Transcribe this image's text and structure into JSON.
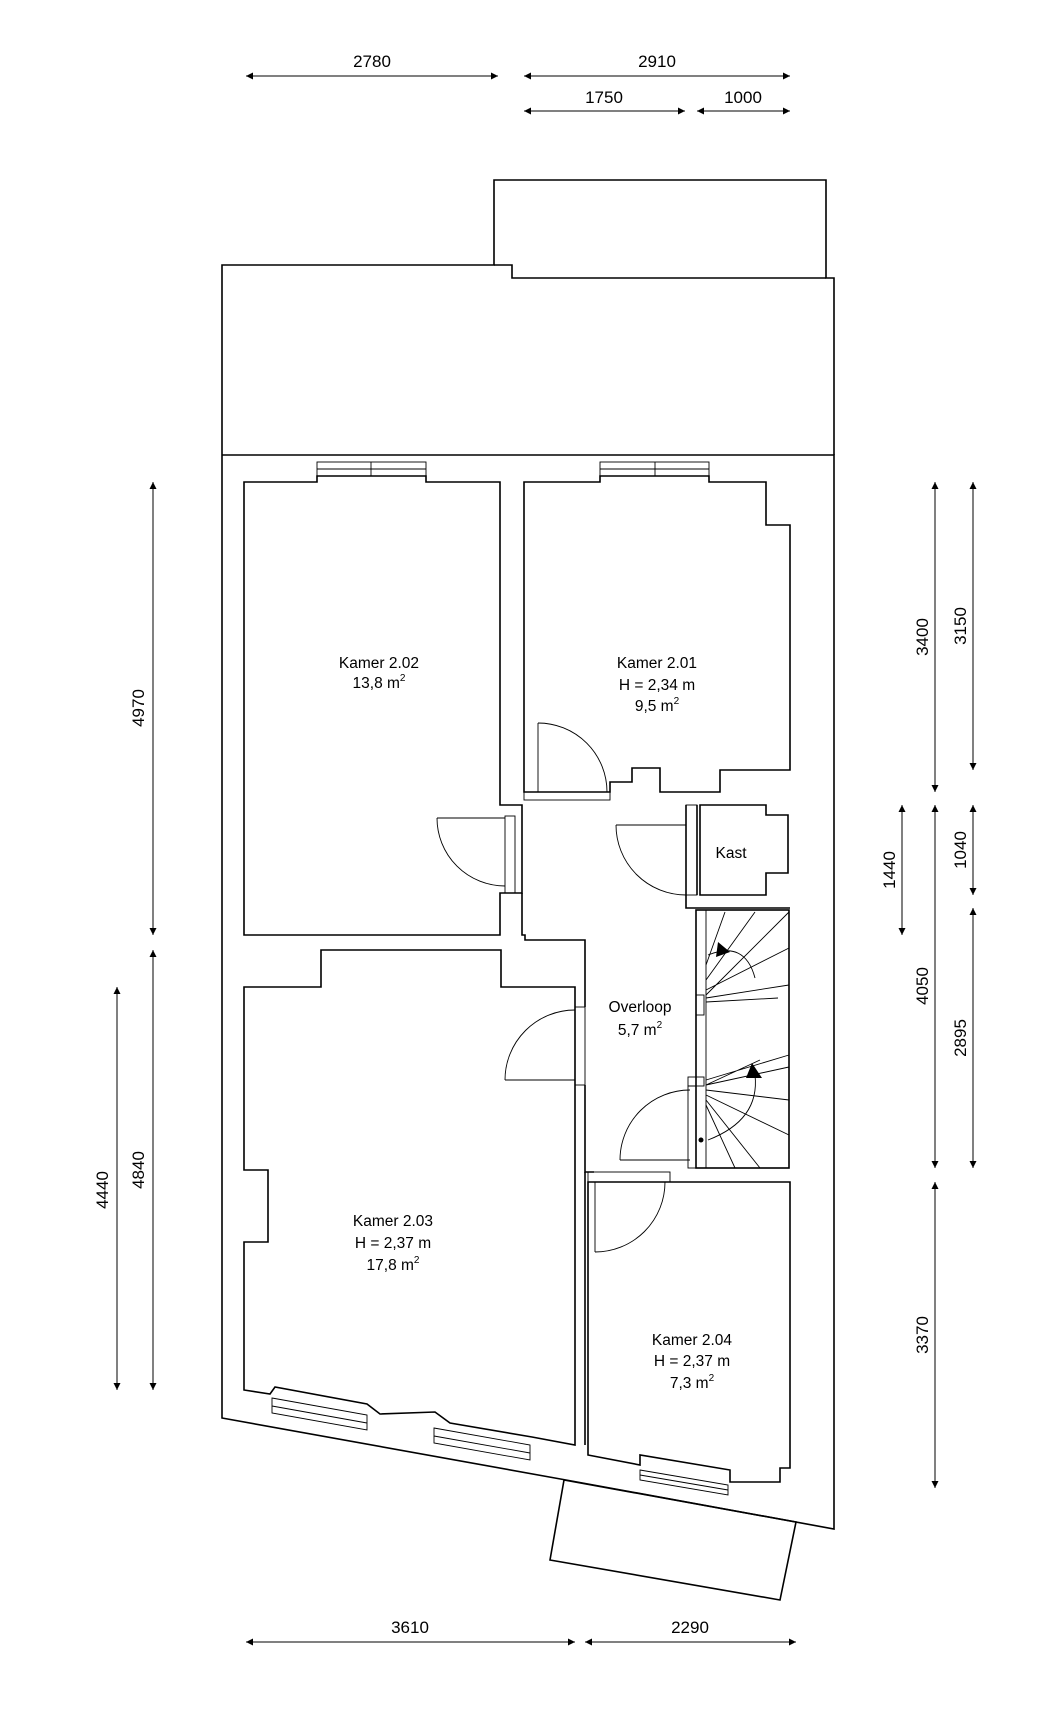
{
  "rooms": {
    "kamer202": {
      "name": "Kamer 2.02",
      "area": "13,8 m",
      "unit_sup": "2"
    },
    "kamer201": {
      "name": "Kamer 2.01",
      "height": "H = 2,34 m",
      "area": "9,5 m",
      "unit_sup": "2"
    },
    "kast": {
      "name": "Kast"
    },
    "overloop": {
      "name": "Overloop",
      "area": "5,7 m",
      "unit_sup": "2"
    },
    "kamer203": {
      "name": "Kamer 2.03",
      "height": "H = 2,37 m",
      "area": "17,8 m",
      "unit_sup": "2"
    },
    "kamer204": {
      "name": "Kamer 2.04",
      "height": "H = 2,37 m",
      "area": "7,3 m",
      "unit_sup": "2"
    }
  },
  "dimensions": {
    "top": [
      "2780",
      "2910",
      "1750",
      "1000"
    ],
    "bottom": [
      "3610",
      "2290"
    ],
    "left": [
      "4970",
      "4440",
      "4840"
    ],
    "right": [
      "3400",
      "3150",
      "1440",
      "1040",
      "4050",
      "2895",
      "3370"
    ]
  }
}
